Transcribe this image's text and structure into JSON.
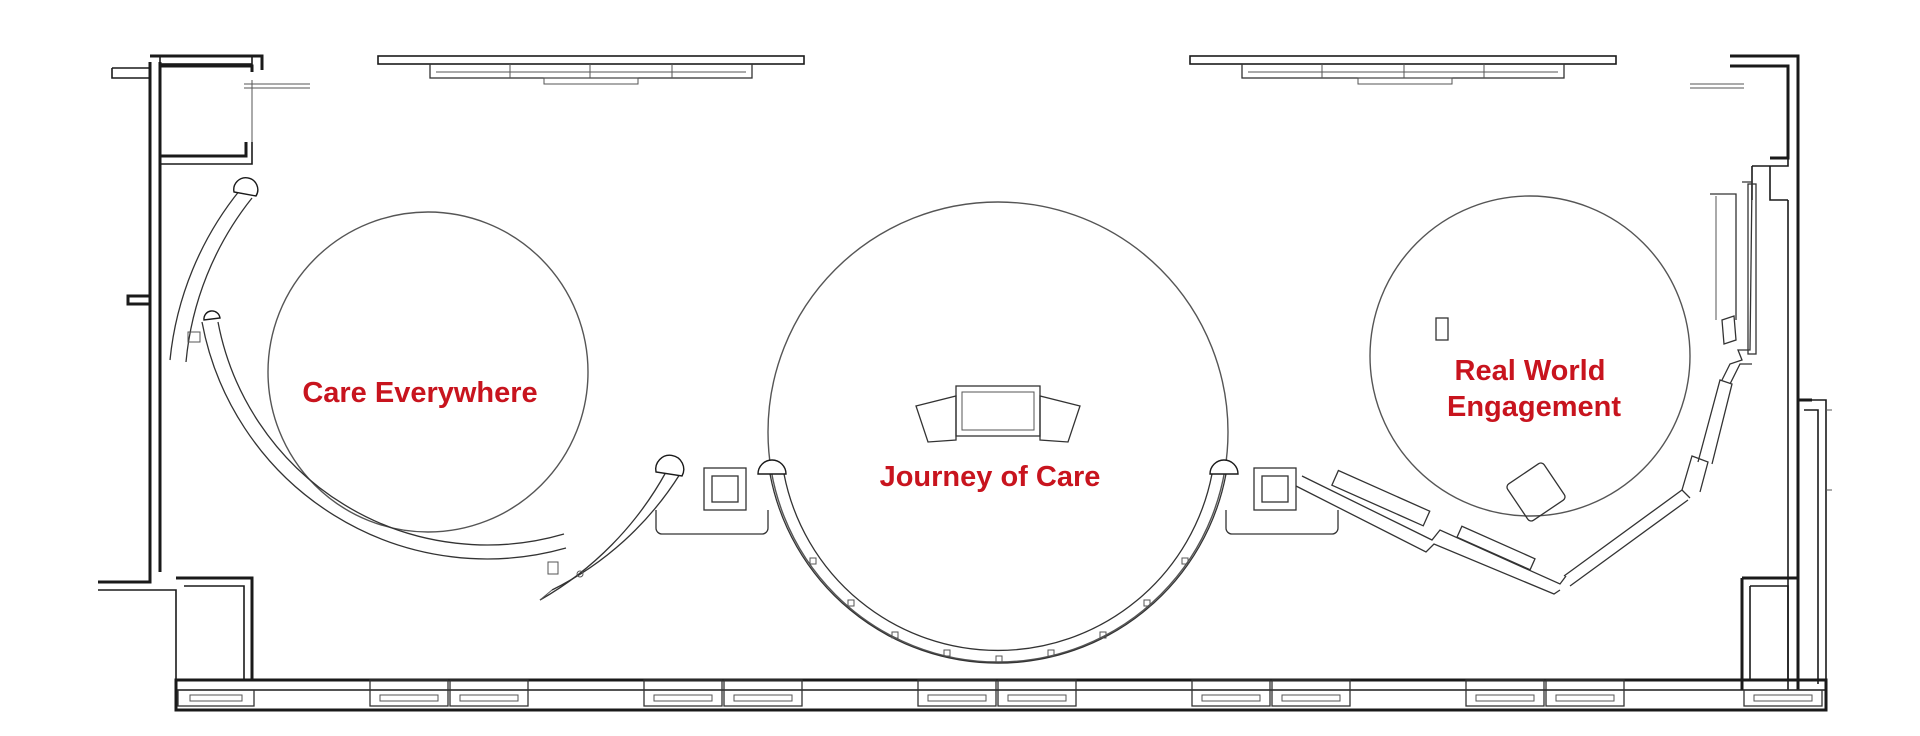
{
  "zones": [
    {
      "id": "care-everywhere",
      "lines": [
        "Care Everywhere"
      ]
    },
    {
      "id": "journey-of-care",
      "lines": [
        "Journey of Care"
      ]
    },
    {
      "id": "real-world-engagement",
      "lines": [
        "Real World",
        "Engagement"
      ]
    }
  ],
  "colors": {
    "label": "#c8141e",
    "walls": "#1a1a1a"
  }
}
